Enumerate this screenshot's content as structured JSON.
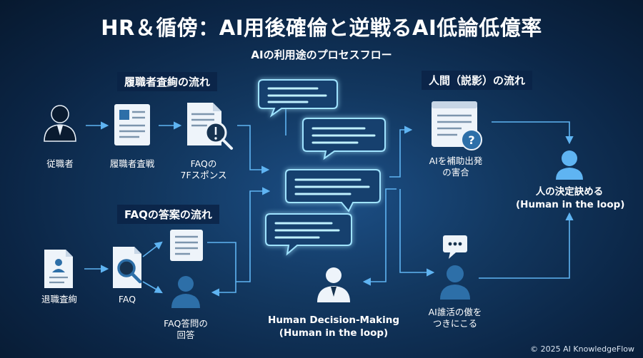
{
  "title": "HR＆循傍：AI用後確倫と逆戦るAI低論低億率",
  "subtitle": "AIの利用途のプロセスフロー",
  "flows": {
    "top_left": {
      "header": "履職者査絢の流れ",
      "nodes": [
        {
          "label": "従職者",
          "icon": "person-icon"
        },
        {
          "label": "履職者査戦",
          "icon": "resume-document-icon"
        },
        {
          "label_lines": [
            "FAQの",
            "7Fスポンス"
          ],
          "icon": "document-alert-icon"
        }
      ]
    },
    "bottom_left": {
      "header": "FAQの答案の流れ",
      "nodes": [
        {
          "label": "退職査絢",
          "icon": "profile-document-icon"
        },
        {
          "label": "FAQ",
          "icon": "magnifier-document-icon"
        },
        {
          "label_lines": [
            "FAQ答問の",
            "回答"
          ],
          "icon": "person-icon"
        }
      ]
    },
    "right": {
      "header": "人間（説影）の流れ",
      "nodes": [
        {
          "label_lines": [
            "AIを補助出発",
            "の害合"
          ],
          "icon": "browser-question-icon"
        },
        {
          "label_lines": [
            "AI誰活の傲を",
            "つきにこる"
          ],
          "icon": "person-chat-icon"
        },
        {
          "label_lines": [
            "人の決定訣める",
            "(Human in the loop)"
          ],
          "icon": "person-icon"
        }
      ]
    }
  },
  "center": {
    "label_lines": [
      "Human Decision-Making",
      "(Human in the loop)"
    ],
    "icon": "businessman-icon",
    "bubbles": [
      "chat-bubble-icon",
      "chat-bubble-icon",
      "chat-bubble-icon",
      "chat-bubble-icon"
    ]
  },
  "footer": "© 2025 AI KnowledgeFlow",
  "colors": {
    "background_dark": "#0b2545",
    "background_mid": "#1c4f86",
    "accent": "#5fb4f2",
    "glow": "#9fe3ff",
    "icon_fill": "#eef4fa",
    "text": "#ffffff"
  }
}
